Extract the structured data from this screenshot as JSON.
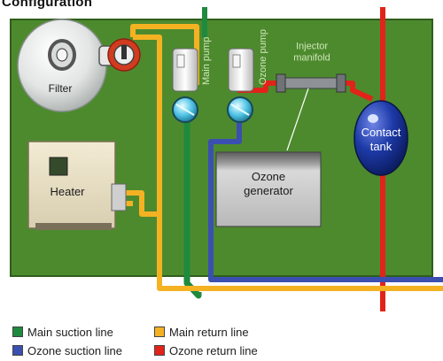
{
  "title_fragment": "Configuration",
  "components": {
    "filter": "Filter",
    "heater": "Heater",
    "main_pump": "Main pump",
    "ozone_pump": "Ozone pump",
    "injector_manifold": "Injector manifold",
    "ozone_generator": "Ozone generator",
    "contact_tank": "Contact tank"
  },
  "legend": [
    {
      "label": "Main suction line",
      "color": "#1e8a3e"
    },
    {
      "label": "Main return line",
      "color": "#f4b223"
    },
    {
      "label": "Ozone suction line",
      "color": "#3a4fb0"
    },
    {
      "label": "Ozone return line",
      "color": "#e2231a"
    }
  ],
  "colors": {
    "board": "#4d8a2e",
    "board_edge": "#2f5e1b",
    "main_suction": "#1e8a3e",
    "main_return": "#f4b223",
    "ozone_suction": "#3a4fb0",
    "ozone_return": "#e2231a"
  }
}
